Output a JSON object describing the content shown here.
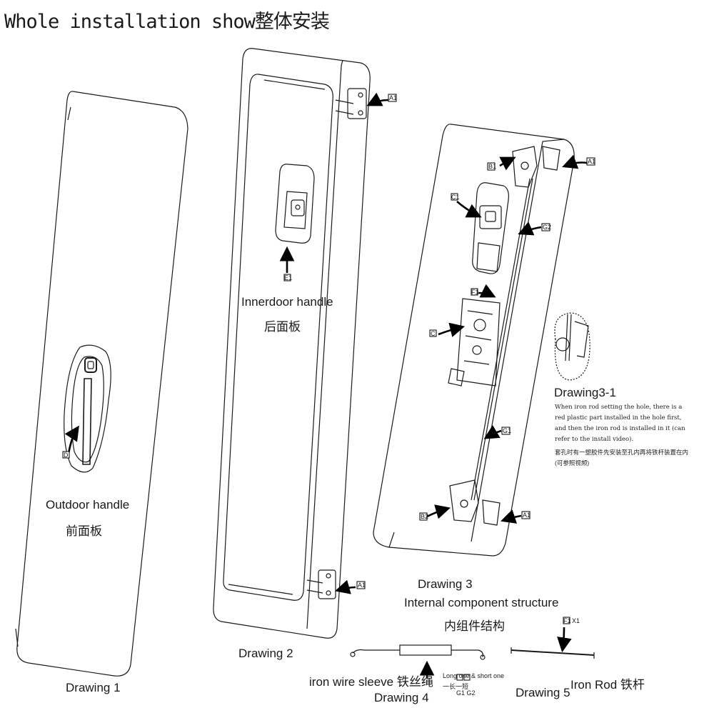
{
  "title": "Whole installation show整体安装",
  "drawings": {
    "d1": {
      "caption": "Drawing 1",
      "label_en": "Outdoor handle",
      "label_cn": "前面板",
      "callout": "D"
    },
    "d2": {
      "caption": "Drawing 2",
      "label_en": "Innerdoor handle",
      "label_cn": "后面板",
      "callout_handle": "E1",
      "callout_hinge_top": "A1",
      "callout_hinge_bottom": "A1"
    },
    "d3": {
      "caption": "Drawing 3",
      "subtitle_en": "Internal component structure",
      "subtitle_cn": "内组件结构",
      "callouts": [
        "B1",
        "A1",
        "C1",
        "G2",
        "F1",
        "C",
        "G1",
        "B2",
        "A1"
      ]
    },
    "d3_1": {
      "caption": "Drawing3-1",
      "note_en": "When iron rod setting the hole, there is a red plastic part installed in the hole first, and then the iron rod is installed in it (can refer to the install video).",
      "note_cn_1": "套孔时有一塑胶件先安装至孔内再将铁杆装置在内",
      "note_cn_2": "(可参照视频)"
    },
    "d4": {
      "caption": "Drawing 4",
      "label": "iron wire sleeve 铁丝绳",
      "callouts": "G1 G2",
      "sub_label_en": "Long one & short one",
      "sub_label_cn": "一长一短"
    },
    "d5": {
      "caption": "Drawing 5",
      "label": "Iron Rod 铁杆",
      "callout": "F1",
      "qty": "X1"
    }
  },
  "colors": {
    "line": "#1a1a1a",
    "panel": "#ffffff",
    "accent": "#000000"
  }
}
